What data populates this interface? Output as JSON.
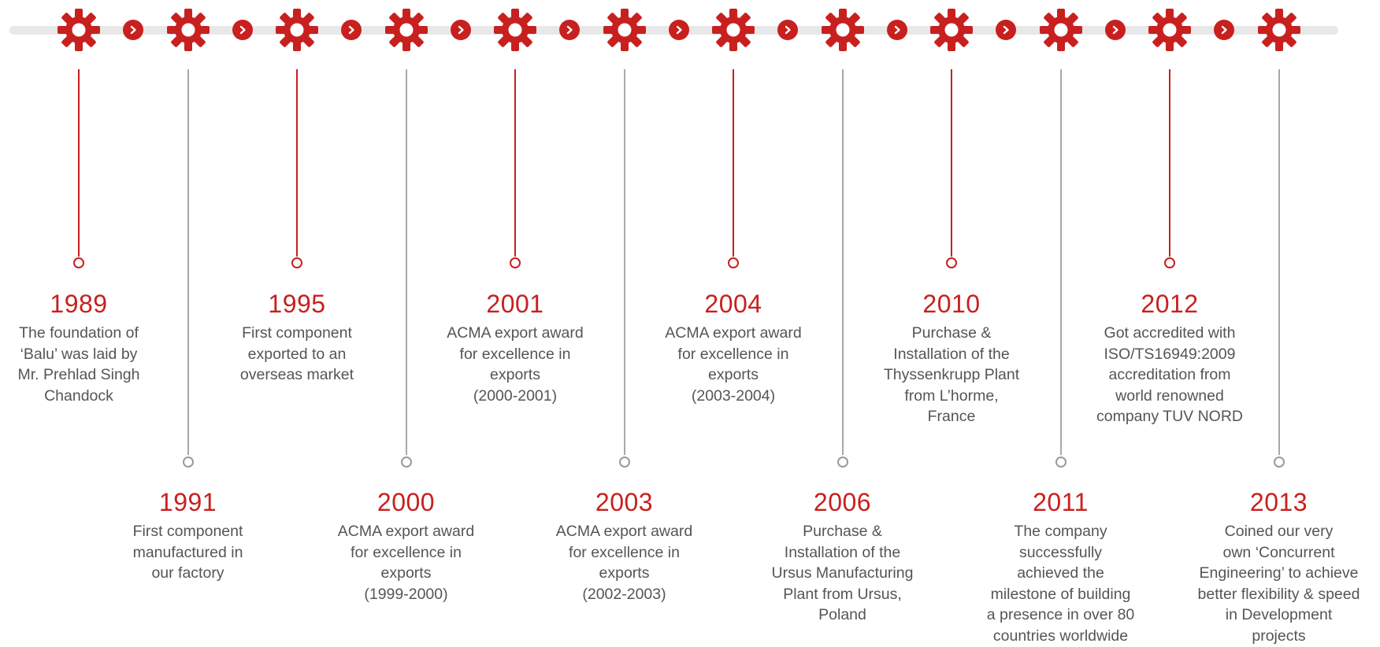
{
  "colors": {
    "accent": "#c8201f",
    "track": "#e8e8e8",
    "muted_line": "#a8a8a8",
    "text": "#555555"
  },
  "timeline": {
    "events": [
      {
        "year": "1989",
        "position": "top",
        "desc_lines": [
          "The foundation of",
          "‘Balu’ was laid by",
          "Mr. Prehlad Singh",
          "Chandock"
        ]
      },
      {
        "year": "1991",
        "position": "bottom",
        "desc_lines": [
          "First component",
          "manufactured in",
          "our factory"
        ]
      },
      {
        "year": "1995",
        "position": "top",
        "desc_lines": [
          "First component",
          "exported to an",
          "overseas market"
        ]
      },
      {
        "year": "2000",
        "position": "bottom",
        "desc_lines": [
          "ACMA export award",
          "for excellence in",
          "exports",
          "(1999-2000)"
        ]
      },
      {
        "year": "2001",
        "position": "top",
        "desc_lines": [
          "ACMA export award",
          "for excellence in",
          "exports",
          "(2000-2001)"
        ]
      },
      {
        "year": "2003",
        "position": "bottom",
        "desc_lines": [
          "ACMA export award",
          "for excellence in",
          "exports",
          "(2002-2003)"
        ]
      },
      {
        "year": "2004",
        "position": "top",
        "desc_lines": [
          "ACMA export award",
          "for excellence in",
          "exports",
          "(2003-2004)"
        ]
      },
      {
        "year": "2006",
        "position": "bottom",
        "desc_lines": [
          "Purchase &",
          "Installation of the",
          "Ursus Manufacturing",
          "Plant from Ursus,",
          "Poland"
        ]
      },
      {
        "year": "2010",
        "position": "top",
        "desc_lines": [
          "Purchase &",
          "Installation of the",
          "Thyssenkrupp Plant",
          "from L’horme,",
          "France"
        ]
      },
      {
        "year": "2011",
        "position": "bottom",
        "desc_lines": [
          "The company",
          "successfully",
          "achieved the",
          "milestone of building",
          "a presence in over 80",
          "countries worldwide"
        ]
      },
      {
        "year": "2012",
        "position": "top",
        "desc_lines": [
          "Got accredited with",
          "ISO/TS16949:2009",
          "accreditation from",
          "world renowned",
          "company TUV NORD"
        ]
      },
      {
        "year": "2013",
        "position": "bottom",
        "desc_lines": [
          "Coined our very",
          "own ‘Concurrent",
          "Engineering’ to achieve",
          "better flexibility & speed",
          "in Development",
          "projects"
        ]
      }
    ],
    "gear_icon": "gear-icon",
    "arrow_icon": "chevron-right-icon"
  }
}
